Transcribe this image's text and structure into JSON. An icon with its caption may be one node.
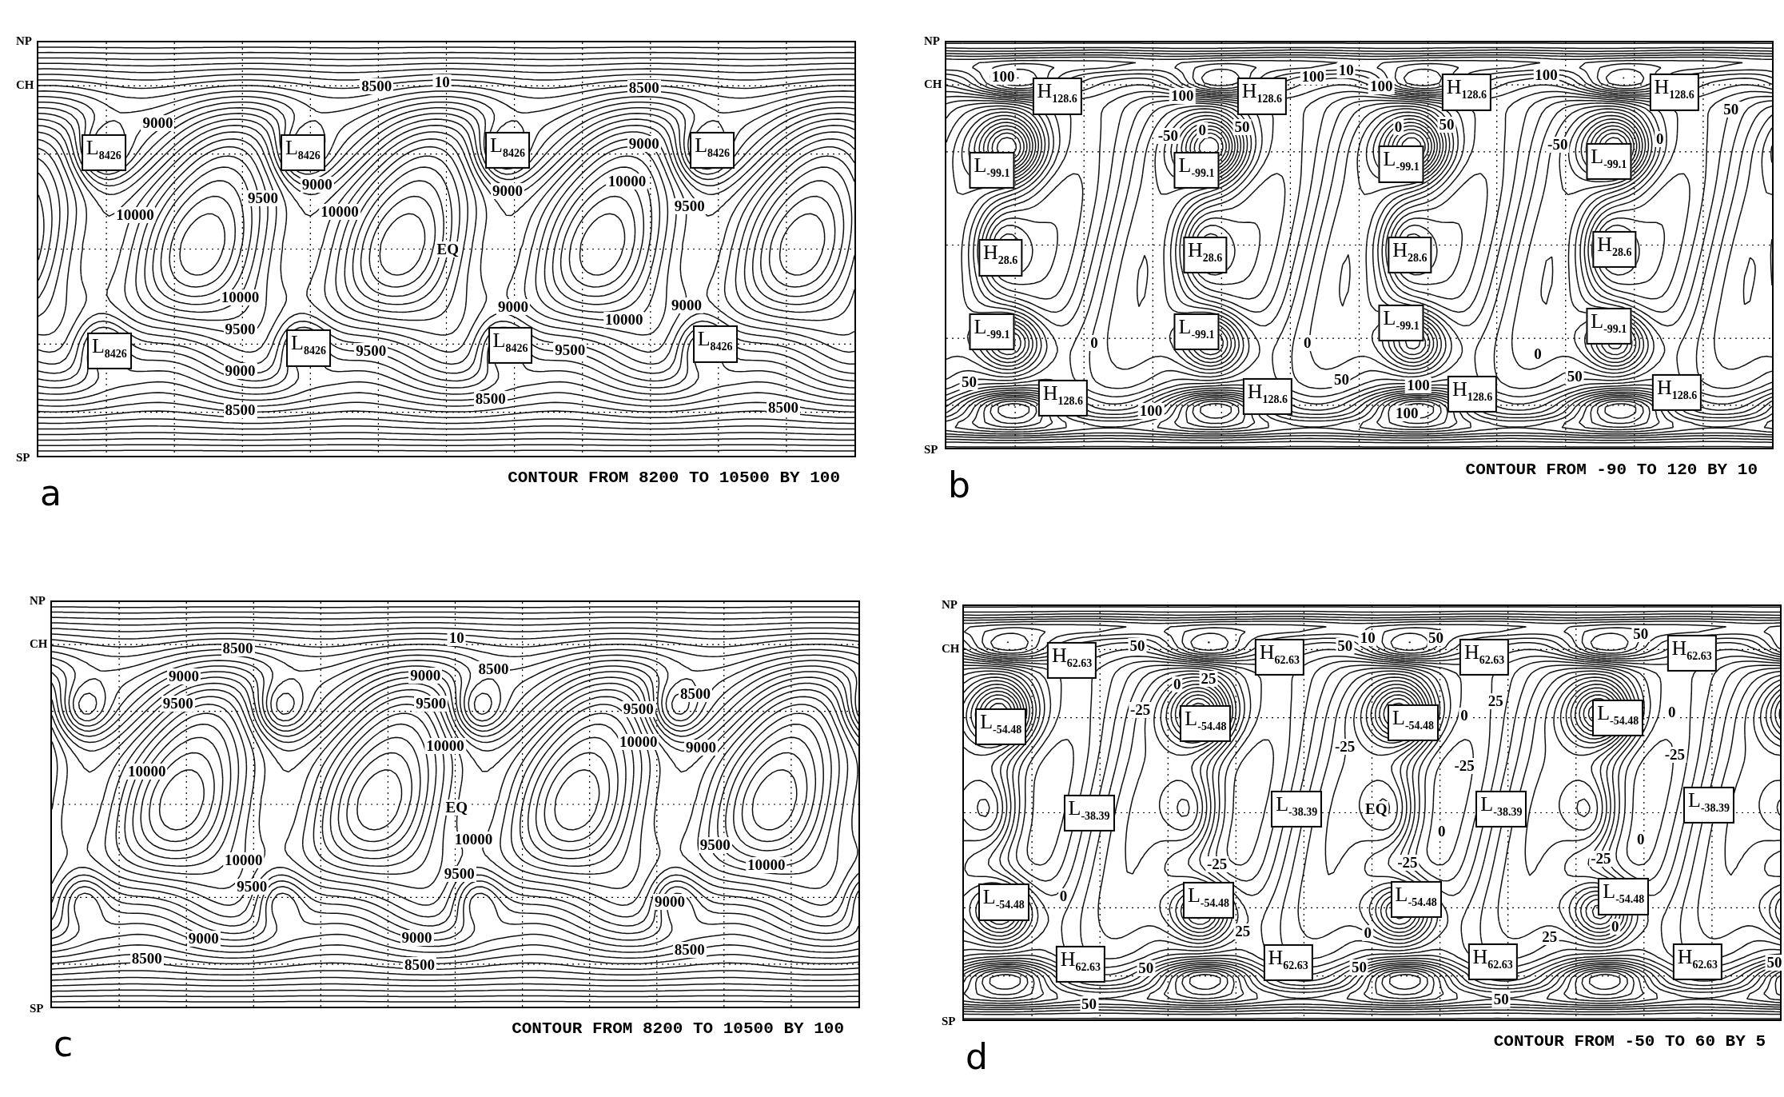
{
  "diagram": {
    "nodes": [
      {
        "text": [],
        "shape": "box",
        "beside": [
          "CONTOUR FROM 8200 TO 10500 BY 100",
          "a"
        ]
      },
      {
        "text": [
          "L$_{8426}$"
        ],
        "in": 0
      },
      {
        "text": [
          "L$_{8426}$"
        ],
        "in": 0
      },
      {
        "text": [
          "L$_{8426}$"
        ],
        "in": 0
      },
      {
        "text": [
          "L$_{8426}$"
        ],
        "in": 0
      },
      {
        "text": [
          "L$_{8426}$"
        ],
        "in": 0
      },
      {
        "text": [
          "L$_{8426}$"
        ],
        "in": 0
      },
      {
        "text": [
          "L$_{8426}$"
        ],
        "in": 0
      },
      {
        "text": [
          "L$_{8426}$"
        ],
        "in": 0
      },
      {
        "text": [],
        "shape": "box",
        "beside": [
          "CONTOUR FROM -90 TO 120 BY 10",
          "b"
        ]
      },
      {
        "text": [
          "H$_{128.6}$"
        ],
        "in": 9
      },
      {
        "text": [
          "H$_{128.6}$"
        ],
        "in": 9
      },
      {
        "text": [
          "H$_{128.6}$"
        ],
        "in": 9
      },
      {
        "text": [
          "H$_{128.6}$"
        ],
        "in": 9
      },
      {
        "text": [
          "L$_{-99.1}$"
        ],
        "in": 9
      },
      {
        "text": [
          "L$_{-99.1}$"
        ],
        "in": 9
      },
      {
        "text": [
          "L$_{-99.1}$"
        ],
        "in": 9
      },
      {
        "text": [
          "L$_{-99.1}$"
        ],
        "in": 9
      },
      {
        "text": [
          "H$_{28.6}$"
        ],
        "in": 9
      },
      {
        "text": [
          "H$_{28.6}$"
        ],
        "in": 9
      },
      {
        "text": [
          "H$_{28.6}$"
        ],
        "in": 9
      },
      {
        "text": [
          "H$_{28.6}$"
        ],
        "in": 9
      },
      {
        "text": [
          "L$_{-99.1}$"
        ],
        "in": 9
      },
      {
        "text": [
          "L$_{-99.1}$"
        ],
        "in": 9
      },
      {
        "text": [
          "L$_{-99.1}$"
        ],
        "in": 9
      },
      {
        "text": [
          "L$_{-99.1}$"
        ],
        "in": 9
      },
      {
        "text": [
          "H$_{128.6}$"
        ],
        "in": 9
      },
      {
        "text": [
          "H$_{128.6}$"
        ],
        "in": 9
      },
      {
        "text": [
          "H$_{128.6}$"
        ],
        "in": 9
      },
      {
        "text": [
          "H$_{128.6}$"
        ],
        "in": 9
      },
      {
        "text": [],
        "shape": "box",
        "beside": [
          "CONTOUR FROM 8200 TO 10500 BY 100",
          "c"
        ]
      },
      {
        "text": [],
        "shape": "box",
        "beside": [
          "CONTOUR FROM -50 TO 60 BY 5",
          "d"
        ]
      },
      {
        "text": [
          "H$_{62.63}$"
        ],
        "in": 31
      },
      {
        "text": [
          "H$_{62.63}$"
        ],
        "in": 31
      },
      {
        "text": [
          "H$_{62.63}$"
        ],
        "in": 31
      },
      {
        "text": [
          "H$_{62.63}$"
        ],
        "in": 31
      },
      {
        "text": [
          "L$_{-54.48}$"
        ],
        "in": 31
      },
      {
        "text": [
          "L$_{-54.48}$"
        ],
        "in": 31
      },
      {
        "text": [
          "L$_{-54.48}$"
        ],
        "in": 31
      },
      {
        "text": [
          "L$_{-54.48}$"
        ],
        "in": 31
      },
      {
        "text": [
          "L$_{-38.39}$"
        ],
        "in": 31
      },
      {
        "text": [
          "L$_{-38.39}$"
        ],
        "in": 31
      },
      {
        "text": [
          "L$_{-38.39}$"
        ],
        "in": 31
      },
      {
        "text": [
          "L$_{-38.39}$"
        ],
        "in": 31
      },
      {
        "text": [
          "L$_{-54.48}$"
        ],
        "in": 31
      },
      {
        "text": [
          "L$_{-54.48}$"
        ],
        "in": 31
      },
      {
        "text": [
          "L$_{-54.48}$"
        ],
        "in": 31
      },
      {
        "text": [
          "L$_{-54.48}$"
        ],
        "in": 31
      },
      {
        "text": [
          "H$_{62.63}$"
        ],
        "in": 31
      },
      {
        "text": [
          "H$_{62.63}$"
        ],
        "in": 31
      },
      {
        "text": [
          "H$_{62.63}$"
        ],
        "in": 31
      },
      {
        "text": [
          "H$_{62.63}$"
        ],
        "in": 31
      }
    ],
    "labels": [
      "NP",
      "CH",
      "SP",
      "8500",
      "10",
      "8500",
      "9000",
      "9000",
      "9000",
      "10000",
      "9500",
      "9000",
      "10000",
      "9500",
      "10000",
      "EQ",
      "10000",
      "9000",
      "10000",
      "9000",
      "9500",
      "9500",
      "9500",
      "9000",
      "8500",
      "8500",
      "8500",
      "NP",
      "CH",
      "SP",
      "100",
      "100",
      "100",
      "10",
      "100",
      "100",
      "50",
      "-50",
      "0",
      "50",
      "0",
      "50",
      "-50",
      "0",
      "0",
      "0",
      "0",
      "50",
      "50",
      "100",
      "50",
      "100",
      "100",
      "NP",
      "CH",
      "SP",
      "8500",
      "10",
      "8500",
      "9000",
      "9000",
      "9500",
      "9500",
      "8500",
      "9500",
      "10000",
      "10000",
      "9000",
      "10000",
      "EQ",
      "10000",
      "9500",
      "10000",
      "10000",
      "9500",
      "9500",
      "9000",
      "9000",
      "9000",
      "8500",
      "8500",
      "8500",
      "NP",
      "CH",
      "SP",
      "50",
      "50",
      "10",
      "50",
      "50",
      "0",
      "25",
      "25",
      "-25",
      "0",
      "0",
      "-25",
      "-25",
      "-25",
      "EQ",
      "0",
      "0",
      "-25",
      "-25",
      "-25",
      "0",
      "25",
      "0",
      "25",
      "0",
      "50",
      "50",
      "50",
      "50",
      "50"
    ]
  }
}
